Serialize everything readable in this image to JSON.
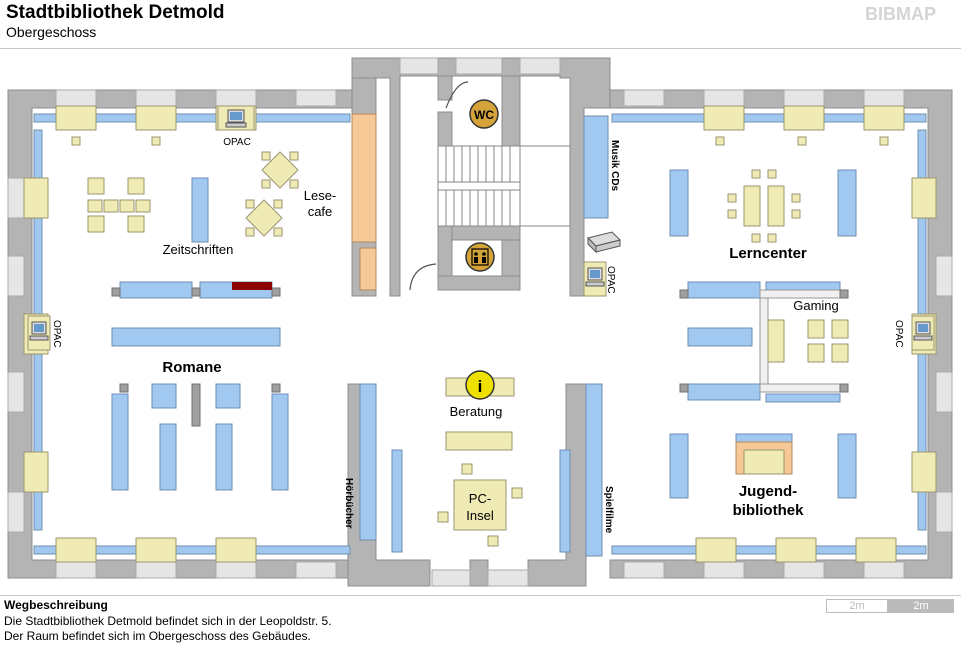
{
  "header": {
    "title": "Stadtbibliothek Detmold",
    "subtitle": "Obergeschoss",
    "brand": "BIBMAP"
  },
  "map": {
    "labels": {
      "zeitschriften": "Zeitschriften",
      "lesecafe_line1": "Lese-",
      "lesecafe_line2": "cafe",
      "romane": "Romane",
      "beratung": "Beratung",
      "pc_insel_line1": "PC-",
      "pc_insel_line2": "Insel",
      "lerncenter": "Lerncenter",
      "gaming": "Gaming",
      "jugend_line1": "Jugend-",
      "jugend_line2": "bibliothek",
      "opac": "OPAC",
      "musik_cds": "Musik CDs",
      "hoerbuecher": "Hörbücher",
      "spielfilme": "Spielfilme",
      "wc": "WC",
      "info": "i"
    },
    "colors": {
      "wall": "#b4b4b4",
      "window": "#e6e6e6",
      "shelf": "#a0c8f0",
      "table": "#f0ebb4",
      "cafe": "#f5c896",
      "counter": "#8b0000",
      "marker": "#f0c800"
    }
  },
  "footer": {
    "heading": "Wegbeschreibung",
    "line1": "Die Stadtbibliothek Detmold befindet sich in der Leopoldstr. 5.",
    "line2": "Der Raum befindet sich im Obergeschoss des Gebäudes.",
    "scale_left": "2m",
    "scale_right": "2m"
  }
}
